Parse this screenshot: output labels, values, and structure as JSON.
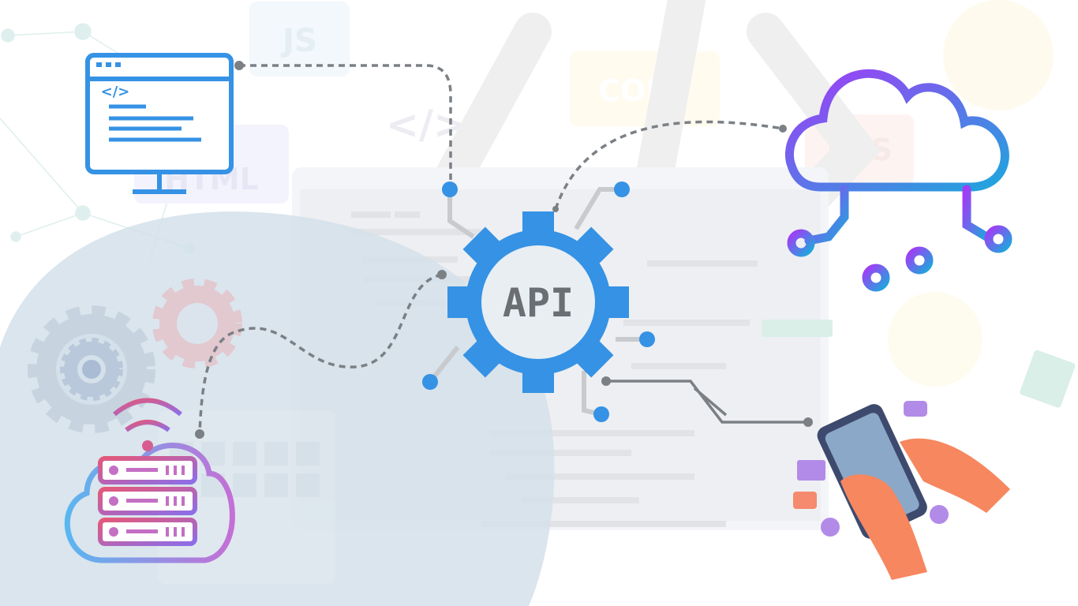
{
  "illustration": {
    "center_label": "API",
    "background_tags": {
      "js": "JS",
      "code": "CODE",
      "css": "CSS",
      "html": "HTML",
      "code_symbol": "</>",
      "monitor_code_symbol": "</>"
    }
  },
  "colors": {
    "api_blue": "#3592e4",
    "connector_gray": "#7b8085",
    "cloud_purple": "#9a3cf5",
    "cloud_blue": "#2aa2e0",
    "server_pink": "#e0577a",
    "hand_orange": "#f6875f"
  }
}
